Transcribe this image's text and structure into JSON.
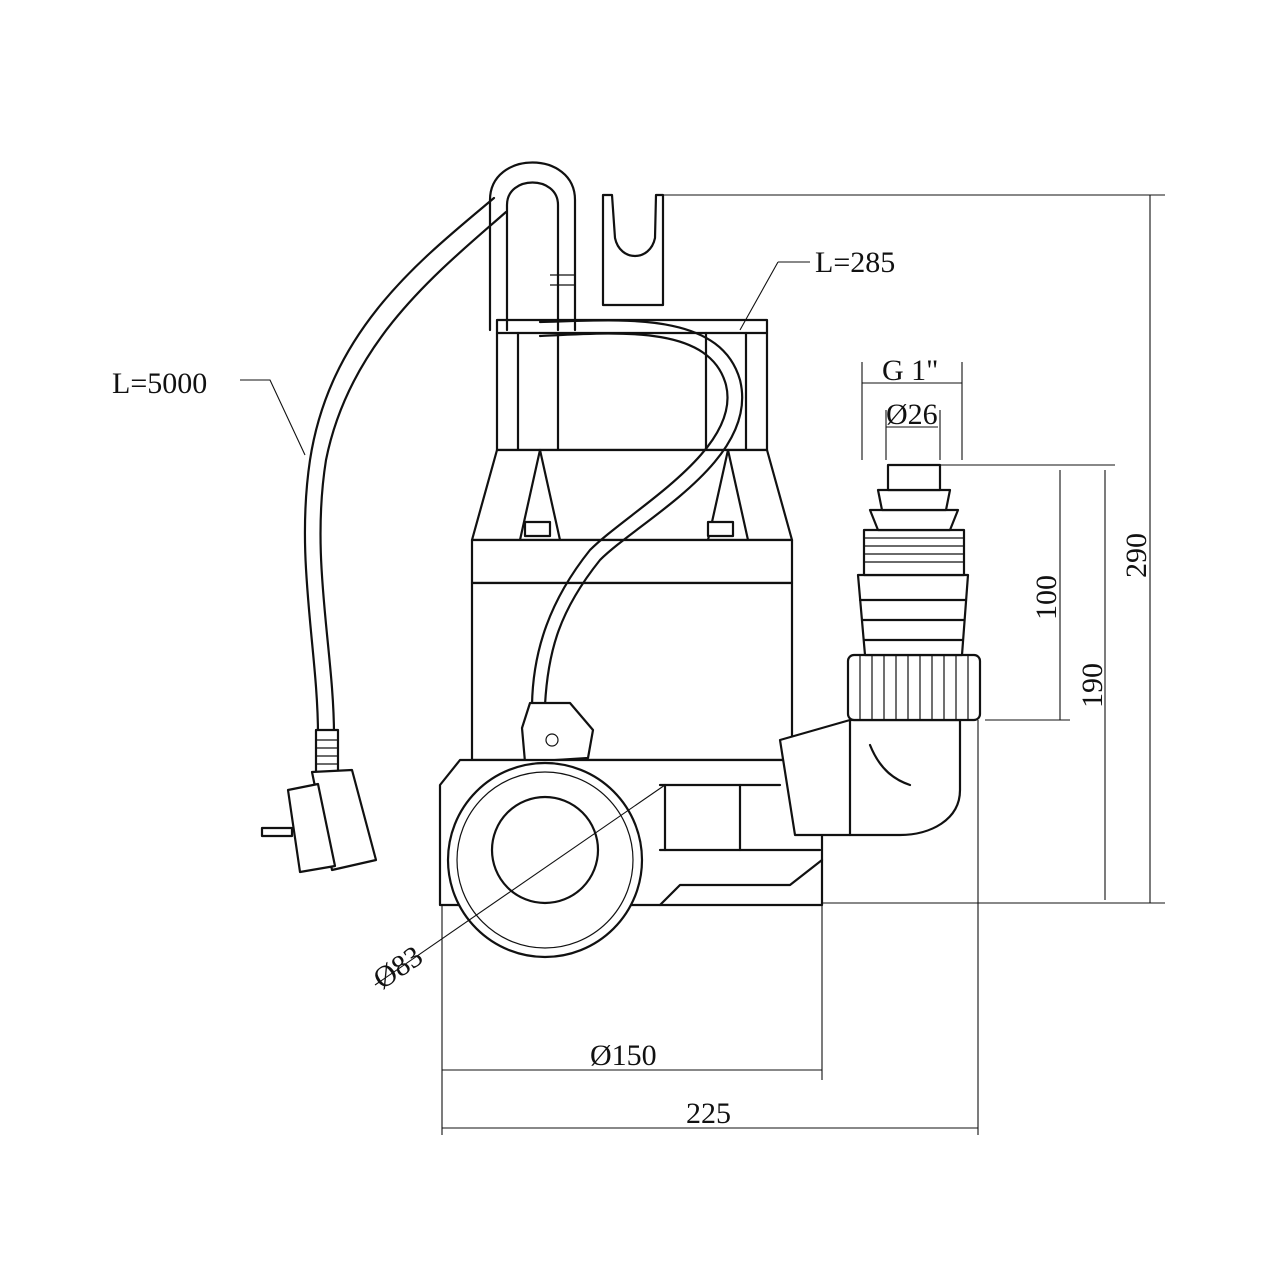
{
  "labels": {
    "cable_length": "L=5000",
    "float_cable_length": "L=285",
    "thread": "G 1\"",
    "hose_diameter": "Ø26",
    "outlet_height": "100",
    "outlet_total_height": "190",
    "total_height": "290",
    "inlet_diameter": "Ø83",
    "body_diameter": "Ø150",
    "total_width": "225"
  },
  "colors": {
    "line": "#111111",
    "background": "#ffffff"
  }
}
